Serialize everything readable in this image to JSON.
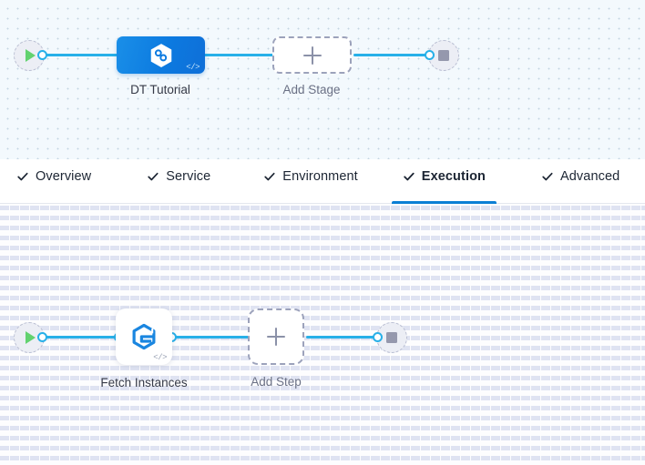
{
  "theme": {
    "accent_blue": "#0b7fd4",
    "edge_blue": "#28b0e8",
    "node_blue": "#0c7ae0",
    "start_green": "#62d26f",
    "stop_gray": "#9598ad",
    "dashed_gray": "#9ca2bb",
    "stage_canvas_bg": "#f3f9fd",
    "step_canvas_bg": "#fdfdfe"
  },
  "stage_canvas": {
    "name": "pipeline-stage-graph",
    "start_node": {
      "icon": "play-icon",
      "label": ""
    },
    "end_node": {
      "icon": "stop-square-icon",
      "label": ""
    },
    "nodes": [
      {
        "id": "dt-tutorial",
        "label": "DT Tutorial",
        "icon": "deployment-hexagon-icon",
        "badge": "</>",
        "selected": true
      }
    ],
    "add_stage": {
      "label": "Add Stage",
      "icon": "plus-icon"
    }
  },
  "tabs": {
    "items": [
      {
        "label": "Overview",
        "icon": "check-icon",
        "active": false
      },
      {
        "label": "Service",
        "icon": "check-icon",
        "active": false
      },
      {
        "label": "Environment",
        "icon": "check-icon",
        "active": false
      },
      {
        "label": "Execution",
        "icon": "check-icon",
        "active": true
      },
      {
        "label": "Advanced",
        "icon": "check-icon",
        "active": false
      }
    ]
  },
  "step_canvas": {
    "name": "pipeline-execution-graph",
    "start_node": {
      "icon": "play-icon",
      "label": ""
    },
    "end_node": {
      "icon": "stop-square-icon",
      "label": ""
    },
    "nodes": [
      {
        "id": "fetch-instances",
        "label": "Fetch Instances",
        "icon": "fetch-instances-hexagon-icon",
        "badge": "</>"
      }
    ],
    "add_step": {
      "label": "Add Step",
      "icon": "plus-icon"
    }
  }
}
